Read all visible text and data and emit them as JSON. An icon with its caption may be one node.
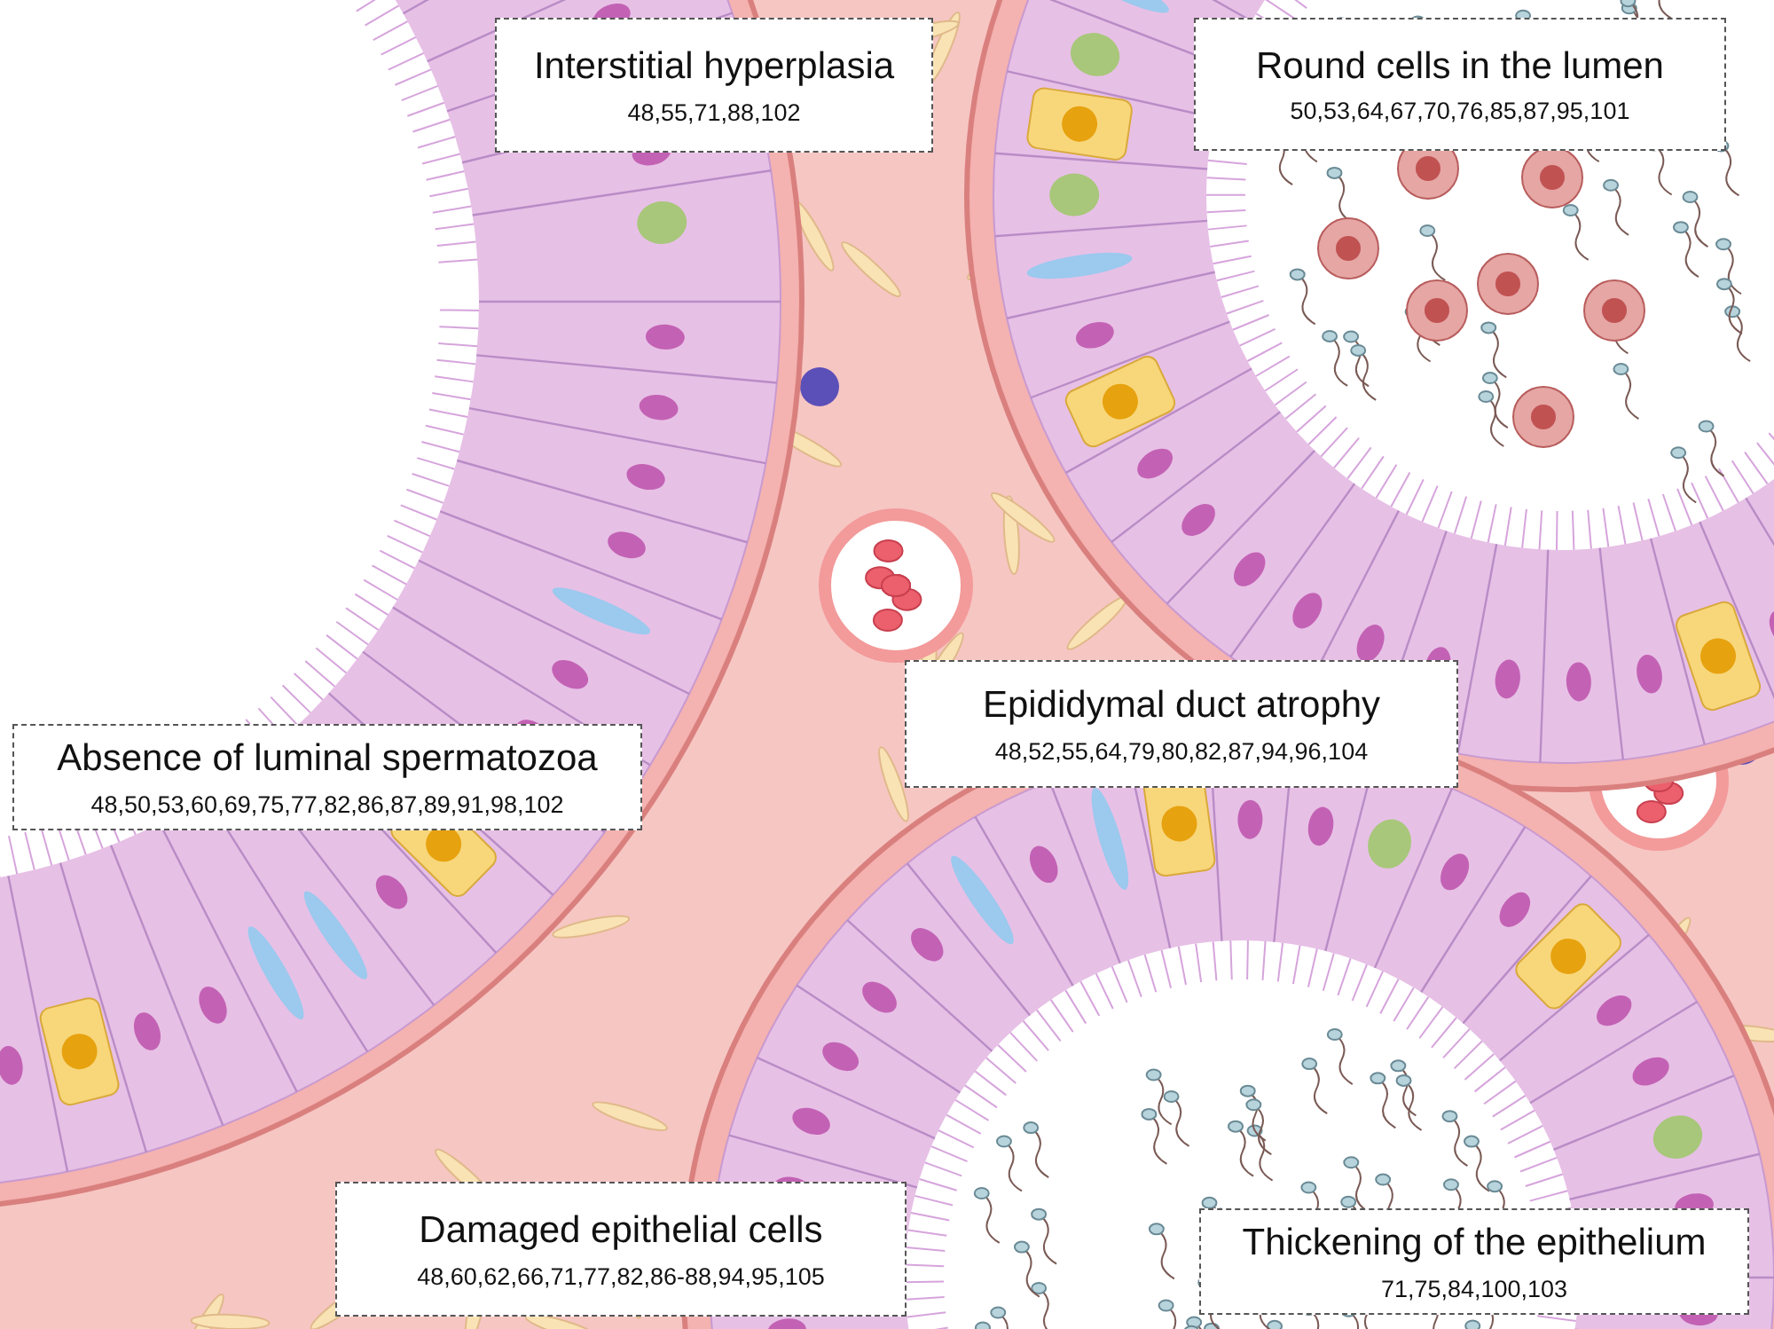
{
  "diagram": {
    "nodes": [
      {
        "text": [
          "Interstitial hyperplasia",
          "48,55,71,88,102"
        ]
      },
      {
        "text": [
          "Round cells in the lumen",
          "50,53,64,67,70,76,85,87,95,101"
        ]
      },
      {
        "text": [
          "Absence of luminal spermatozoa",
          "48,50,53,60,69,75,77,82,86,87,89,91,98,102"
        ]
      },
      {
        "text": [
          "Epididymal duct atrophy",
          "48,52,55,64,79,80,82,87,94,96,104"
        ]
      },
      {
        "text": [
          "Damaged epithelial cells",
          "48,60,62,66,71,77,82,86-88,94,95,105"
        ]
      },
      {
        "text": [
          "Thickening of the epithelium",
          "71,75,84,100,103"
        ]
      }
    ]
  }
}
